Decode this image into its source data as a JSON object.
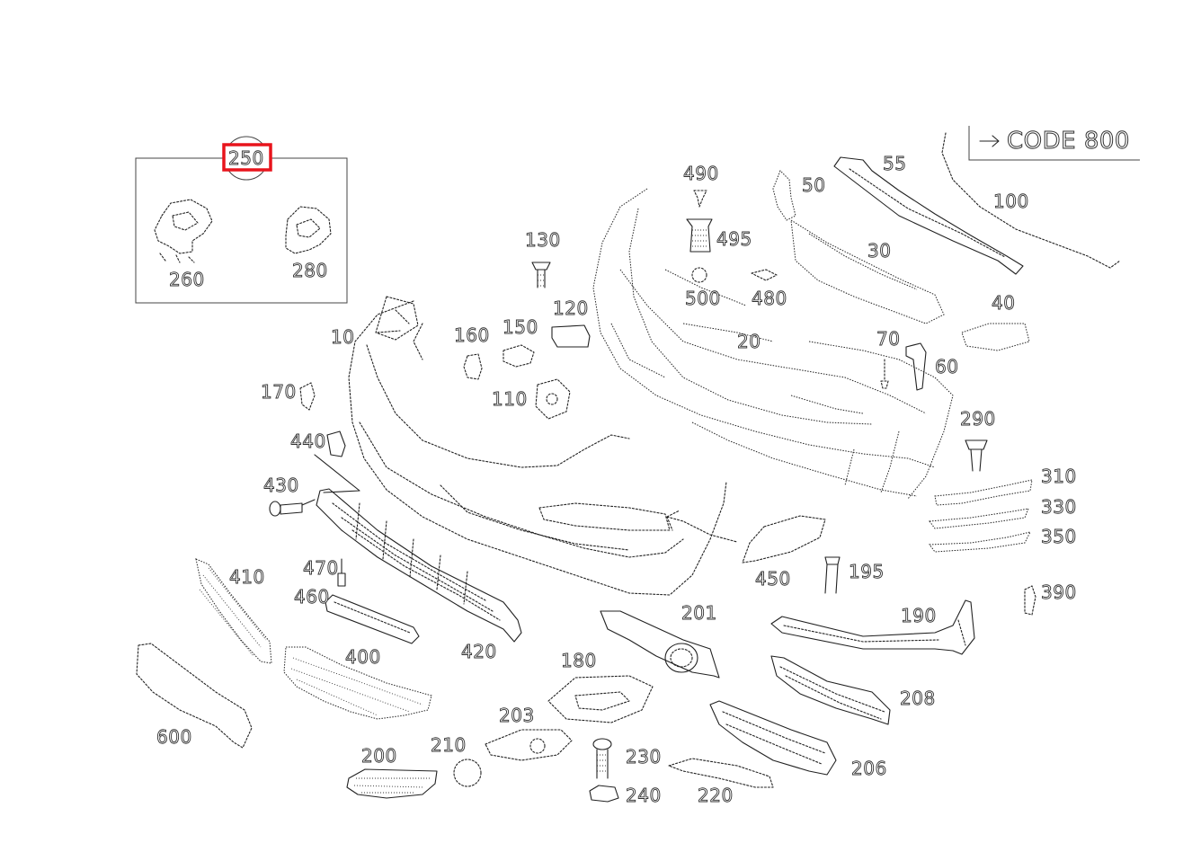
{
  "code_box": {
    "label": "CODE 800"
  },
  "inset": {
    "highlighted_label": "250",
    "labels": [
      "260",
      "280"
    ]
  },
  "callouts": {
    "l10": "10",
    "l20": "20",
    "l30": "30",
    "l40": "40",
    "l50": "50",
    "l55": "55",
    "l60": "60",
    "l70": "70",
    "l100": "100",
    "l110": "110",
    "l120": "120",
    "l130": "130",
    "l150": "150",
    "l160": "160",
    "l170": "170",
    "l180": "180",
    "l190": "190",
    "l195": "195",
    "l200": "200",
    "l201": "201",
    "l203": "203",
    "l206": "206",
    "l208": "208",
    "l210": "210",
    "l220": "220",
    "l230": "230",
    "l240": "240",
    "l290": "290",
    "l310": "310",
    "l330": "330",
    "l350": "350",
    "l390": "390",
    "l400": "400",
    "l410": "410",
    "l420": "420",
    "l430": "430",
    "l440": "440",
    "l450": "450",
    "l460": "460",
    "l470": "470",
    "l480": "480",
    "l490": "490",
    "l495": "495",
    "l500": "500",
    "l600": "600"
  }
}
